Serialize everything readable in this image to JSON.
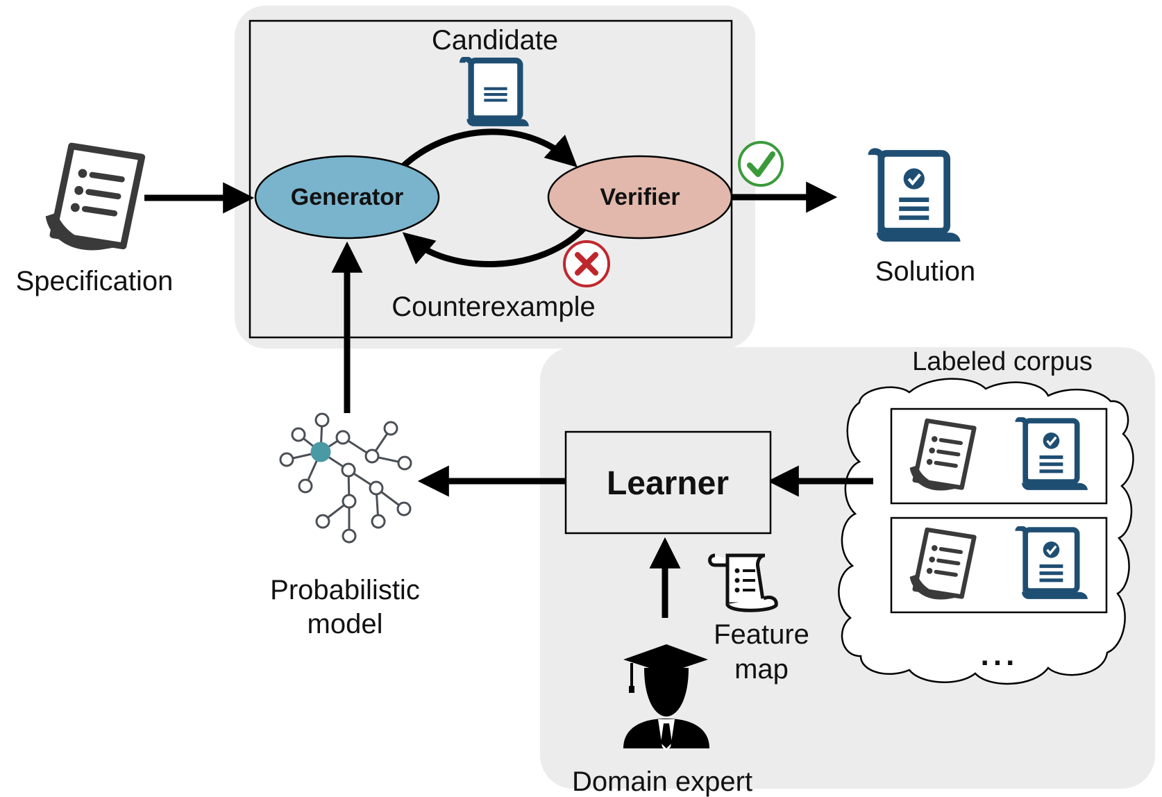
{
  "labels": {
    "candidate": "Candidate",
    "generator": "Generator",
    "verifier": "Verifier",
    "counterexample": "Counterexample",
    "specification": "Specification",
    "solution": "Solution",
    "labeled_corpus": "Labeled corpus",
    "learner": "Learner",
    "probabilistic_model_line1": "Probabilistic",
    "probabilistic_model_line2": "model",
    "feature_map_line1": "Feature",
    "feature_map_line2": "map",
    "domain_expert": "Domain expert",
    "ellipsis": "..."
  },
  "colors": {
    "generator_fill": "#79b4cc",
    "verifier_fill": "#e2b8ac",
    "doc_blue": "#1f4e73",
    "doc_gray": "#3a3a3a",
    "panel_gray": "#ececec",
    "check_green": "#3a9a3a",
    "cross_red": "#c0272d",
    "model_node_teal": "#4a9aa5"
  },
  "icons": [
    "document-icon",
    "certificate-icon",
    "check-icon",
    "cross-icon",
    "network-graph-icon",
    "scroll-icon",
    "graduate-icon"
  ]
}
